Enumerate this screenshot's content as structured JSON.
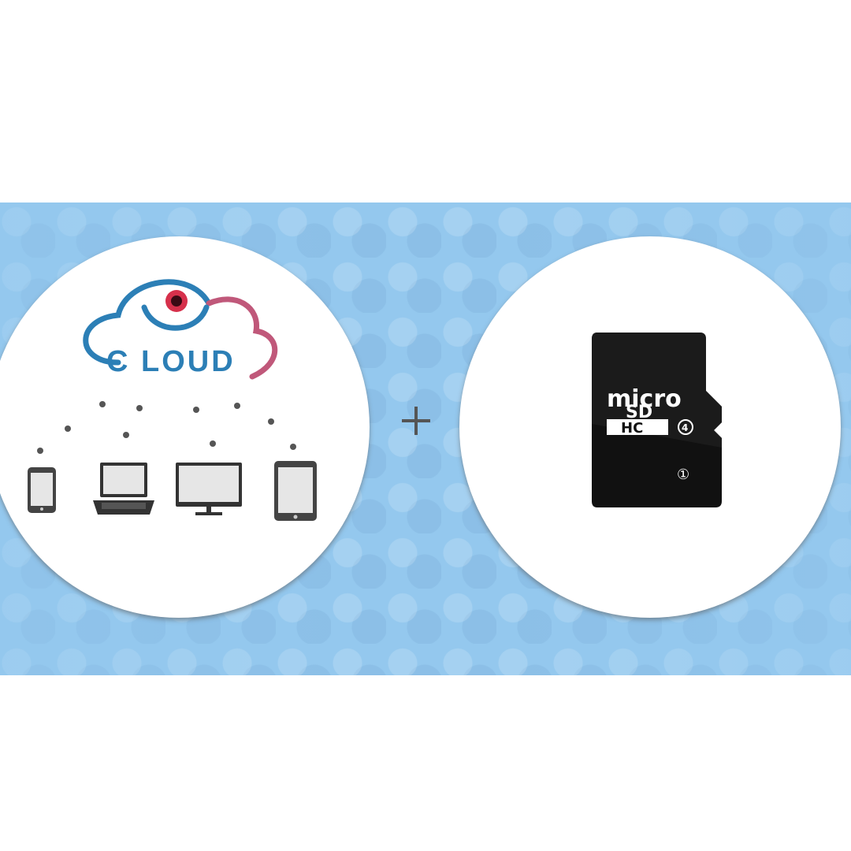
{
  "logo": {
    "text": "C LOUD",
    "colors": {
      "blue": "#2c7fb6",
      "red": "#d6304b",
      "pink": "#c0587a"
    }
  },
  "connector_symbol": "+",
  "devices": [
    {
      "icon": "smartphone-icon"
    },
    {
      "icon": "laptop-icon"
    },
    {
      "icon": "monitor-icon"
    },
    {
      "icon": "tablet-icon"
    }
  ],
  "sd_card": {
    "brand_line1": "micro",
    "brand_line2": "SD",
    "brand_line3": "HC",
    "class_label": "4",
    "uhs_label": "①"
  },
  "colors": {
    "band": "#94c8ee",
    "card": "#111111",
    "device": "#3a3a3a"
  }
}
